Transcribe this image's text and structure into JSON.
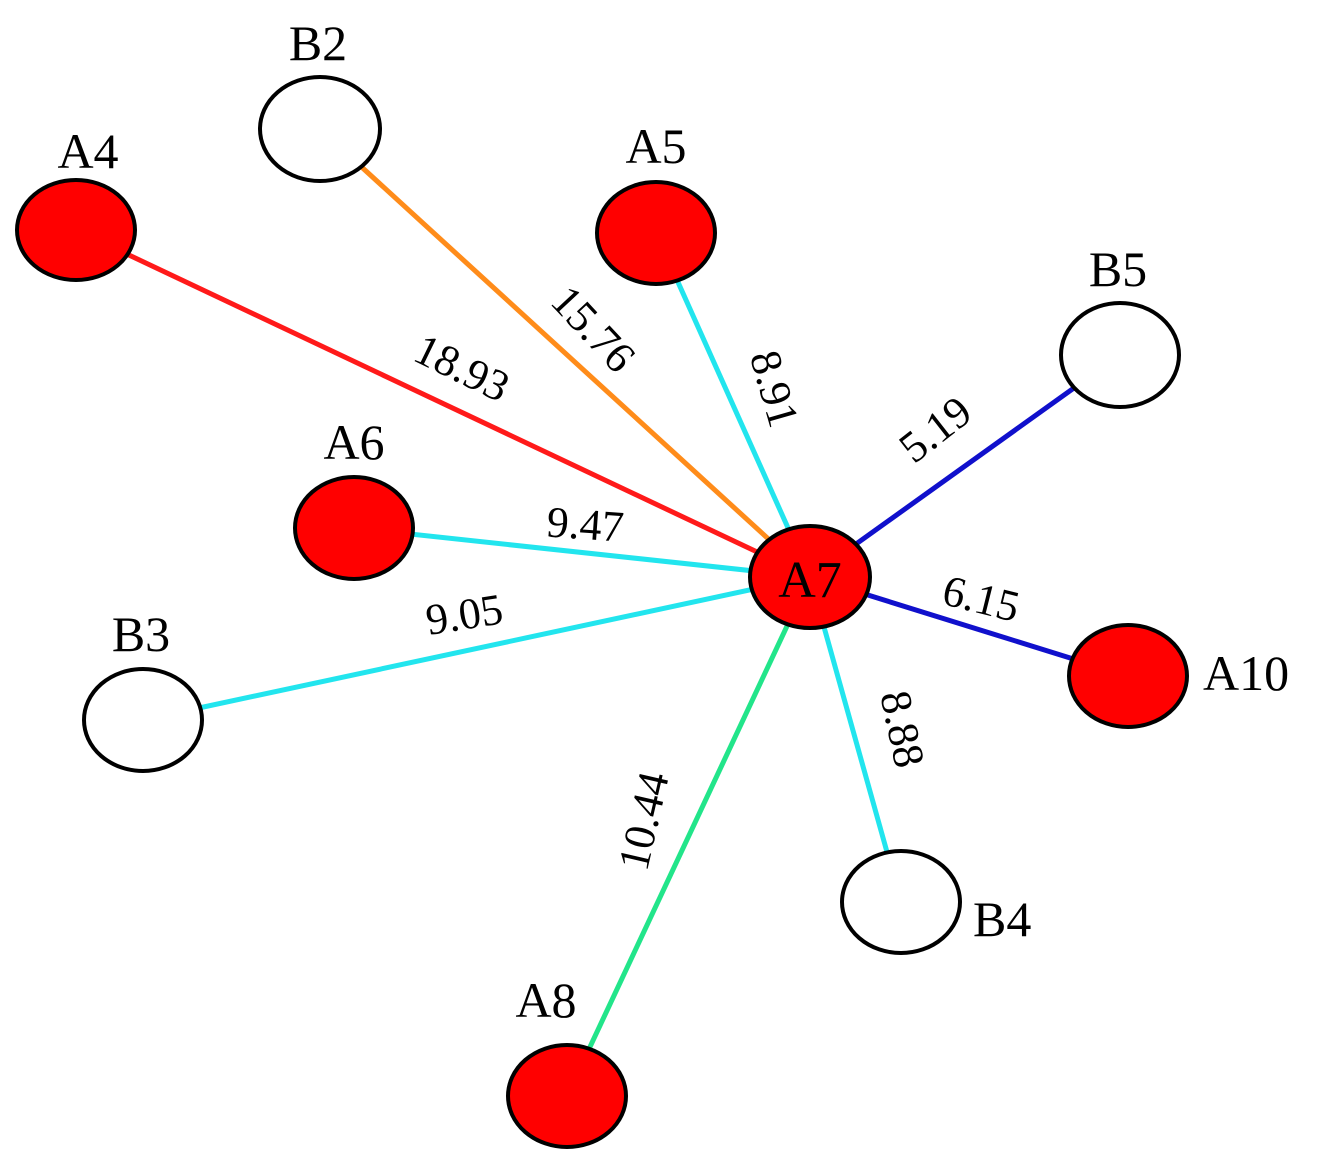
{
  "colors": {
    "node_a": "#ff0000",
    "node_b": "#ffffff",
    "outline": "#000000",
    "red": "#ff1a1a",
    "orange": "#ff8c1a",
    "cyan": "#22e5ee",
    "blue": "#1010cc",
    "green": "#22e58a"
  },
  "nodes": [
    {
      "id": "A7",
      "label": "A7",
      "filled": true,
      "center": true
    },
    {
      "id": "A4",
      "label": "A4",
      "filled": true
    },
    {
      "id": "B2",
      "label": "B2",
      "filled": false
    },
    {
      "id": "A5",
      "label": "A5",
      "filled": true
    },
    {
      "id": "B5",
      "label": "B5",
      "filled": false
    },
    {
      "id": "A6",
      "label": "A6",
      "filled": true
    },
    {
      "id": "B3",
      "label": "B3",
      "filled": false
    },
    {
      "id": "A10",
      "label": "A10",
      "filled": true
    },
    {
      "id": "B4",
      "label": "B4",
      "filled": false
    },
    {
      "id": "A8",
      "label": "A8",
      "filled": true
    }
  ],
  "edges": [
    {
      "from": "A4",
      "to": "A7",
      "weight": "18.93",
      "color": "red"
    },
    {
      "from": "B2",
      "to": "A7",
      "weight": "15.76",
      "color": "orange"
    },
    {
      "from": "A5",
      "to": "A7",
      "weight": "8.91",
      "color": "cyan"
    },
    {
      "from": "B5",
      "to": "A7",
      "weight": "5.19",
      "color": "blue"
    },
    {
      "from": "A6",
      "to": "A7",
      "weight": "9.47",
      "color": "cyan"
    },
    {
      "from": "B3",
      "to": "A7",
      "weight": "9.05",
      "color": "cyan"
    },
    {
      "from": "A10",
      "to": "A7",
      "weight": "6.15",
      "color": "blue"
    },
    {
      "from": "B4",
      "to": "A7",
      "weight": "8.88",
      "color": "cyan"
    },
    {
      "from": "A8",
      "to": "A7",
      "weight": "10.44",
      "color": "green"
    }
  ]
}
